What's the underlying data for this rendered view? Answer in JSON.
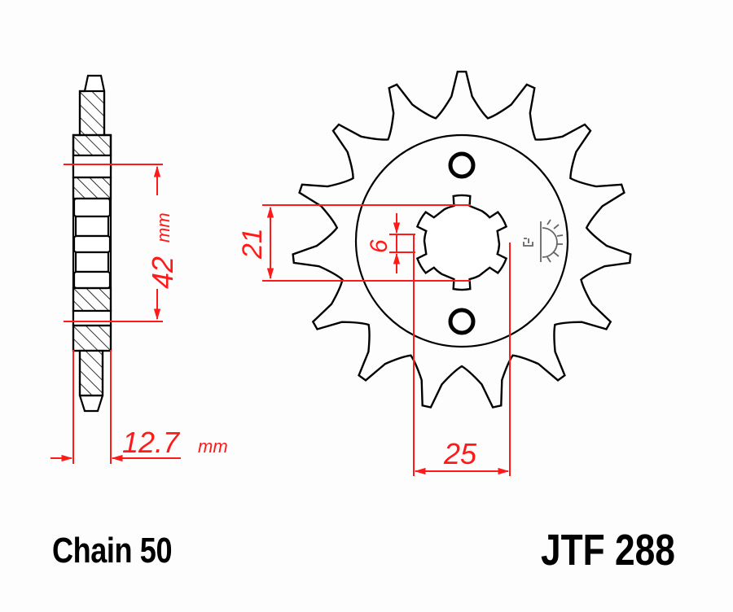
{
  "drawing": {
    "type": "front sprocket technical drawing",
    "teeth": 15,
    "line_color": "#000000",
    "dimension_color": "#ff1a1a",
    "background": "#fdfdfd"
  },
  "dimensions": {
    "bolt_spacing": {
      "value": "42",
      "unit": "mm"
    },
    "thickness": {
      "value": "12.7",
      "unit": "mm"
    },
    "spline_major": {
      "value": "21"
    },
    "spline_tooth_width": {
      "value": "6"
    },
    "spline_width": {
      "value": "25"
    }
  },
  "labels": {
    "chain": "Chain 50",
    "part_number": "JTF 288"
  }
}
